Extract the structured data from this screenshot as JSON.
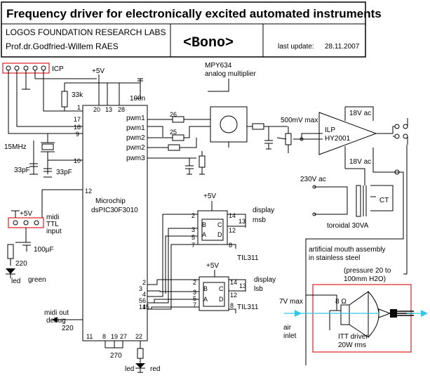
{
  "header": {
    "title": "Frequency driver for electronically excited automated instruments",
    "lab": "LOGOS FOUNDATION RESEARCH LABS",
    "author": "Prof.dr.Godfried-Willem RAES",
    "project": "<Bono>",
    "update_label": "last update:",
    "update_date": "28.11.2007"
  },
  "labels": {
    "icp": "ICP",
    "vcc_top": "+5V",
    "r33k": "33k",
    "c100n": "100n",
    "pins_top": [
      "20",
      "13",
      "28"
    ],
    "pin1": "1",
    "pin17": "17",
    "pin18": "18",
    "pin9": "9",
    "pin10": "10",
    "pin12": "12",
    "pin2": "2",
    "pin3": "3",
    "pin4": "4",
    "pin5": "5",
    "pin6": "6",
    "pin14": "14",
    "pin15": "15",
    "pin11": "11",
    "pins_bot": [
      "8",
      "19",
      "27"
    ],
    "pin22": "22",
    "pin26": "26",
    "pin25": "25",
    "pwm1a": "pwm1",
    "pwm1b": "pwm1",
    "pwm2a": "pwm2",
    "pwm2b": "pwm2",
    "pwm3": "pwm3",
    "mcu_line1": "Microchip",
    "mcu_line2": "dsPIC30F3010",
    "xtal": "15MHz",
    "c33a": "33pF",
    "c33b": "33pF",
    "midi_vcc": "+5V",
    "midi_l1": "midi",
    "midi_l2": "TTL",
    "midi_l3": "input",
    "c100u": "100µF",
    "r220a": "220",
    "led_green_a": "led",
    "led_green_b": "green",
    "midi_out_l1": "midi out",
    "midi_out_l2": "debug",
    "r220b": "220",
    "r270": "270",
    "led_red_a": "led",
    "led_red_b": "red",
    "mpy_l1": "MPY634",
    "mpy_l2": "analog multiplier",
    "pot": "500mV max",
    "amp_l1": "ILP",
    "amp_l2": "HY2001",
    "ac_top": "18V ac",
    "ac_bot": "18V ac",
    "mains": "230V ac",
    "ct": "CT",
    "toroid": "toroidal 30VA",
    "disp1_vcc": "+5V",
    "disp1_l1": "display",
    "disp1_l2": "msb",
    "disp1_chip": "TIL311",
    "disp2_vcc": "+5V",
    "disp2_l1": "display",
    "disp2_l2": "lsb",
    "disp2_chip": "TIL311",
    "disp_pins": [
      "2",
      "3",
      "5",
      "7",
      "14",
      "13",
      "12",
      "8"
    ],
    "disp_letters": [
      "B",
      "A",
      "C",
      "D"
    ],
    "mouth_l1": "artificial mouth assembly",
    "mouth_l2": "in stainless steel",
    "pressure_l1": "(pressure 20 to",
    "pressure_l2": "100mm H2O)",
    "ohm": "8 Ω",
    "v7": "7V max",
    "air_l1": "air",
    "air_l2": "inlet",
    "itt_l1": "ITT driver",
    "itt_l2": "20W rms"
  }
}
